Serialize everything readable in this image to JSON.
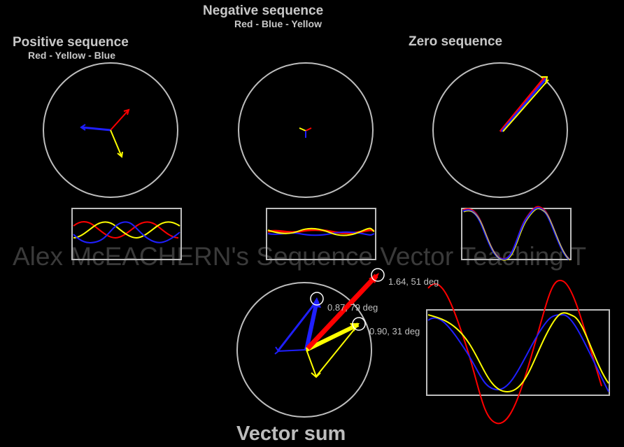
{
  "headings": {
    "negative": {
      "title": "Negative sequence",
      "order": "Red - Blue - Yellow"
    },
    "positive": {
      "title": "Positive sequence",
      "order": "Red - Yellow - Blue"
    },
    "zero": {
      "title": "Zero sequence"
    },
    "sum": "Vector sum"
  },
  "watermark": "Alex McEACHERN's Sequence Vector Teaching T",
  "phasors": [
    {
      "color": "red",
      "label": "1.64, 51 deg",
      "magnitude": 1.64,
      "angle_deg": 51
    },
    {
      "color": "blue",
      "label": "0.87, 79 deg",
      "magnitude": 0.87,
      "angle_deg": 79
    },
    {
      "color": "yellow",
      "label": "0.90, 31 deg",
      "magnitude": 0.9,
      "angle_deg": 31
    }
  ],
  "colors": {
    "red": "#ff0000",
    "blue": "#1f1fff",
    "yellow": "#ffff00",
    "frame": "#bdbdbd",
    "background": "#000000"
  }
}
